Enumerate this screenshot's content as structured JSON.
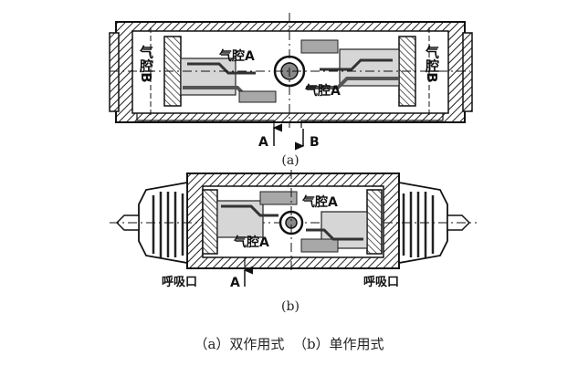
{
  "diagram_a": {
    "label_chamber_b_left": "气腔B",
    "label_chamber_b_right": "气腔B",
    "label_chamber_a_top": "气腔A",
    "label_chamber_a_bottom": "气腔A",
    "port_a": "A",
    "port_b": "B",
    "sub_caption": "(a)"
  },
  "diagram_b": {
    "label_chamber_a_top": "气腔A",
    "label_chamber_a_bottom": "气腔A",
    "breathing_port_left": "呼吸口",
    "breathing_port_right": "呼吸口",
    "port_a": "A",
    "sub_caption": "(b)"
  },
  "caption": {
    "part_a": "（a）双作用式",
    "part_b": "（b）单作用式"
  },
  "colors": {
    "ink": "#1a1a1a",
    "fill_light": "#e4e4e4",
    "fill_mid": "#b8b8b8",
    "fill_dark": "#777777"
  }
}
